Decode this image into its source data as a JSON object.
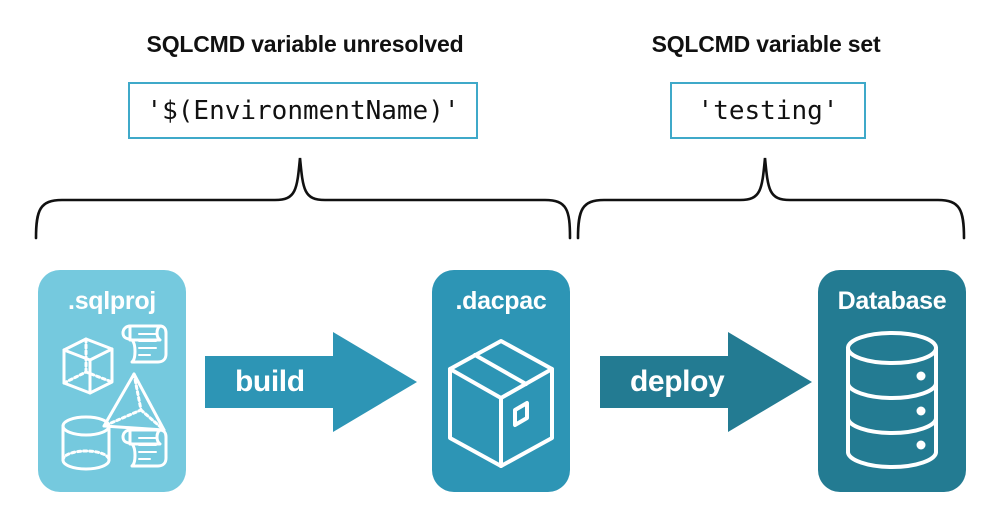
{
  "diagram": {
    "title_left": "SQLCMD variable unresolved",
    "title_right": "SQLCMD variable set",
    "code_left": "'$(EnvironmentName)'",
    "code_right": "'testing'",
    "stages": [
      {
        "label": ".sqlproj",
        "color": "#75C9DE",
        "icon": "shapes-and-scrolls-icon"
      },
      {
        "label": ".dacpac",
        "color": "#2D95B5",
        "icon": "package-box-icon"
      },
      {
        "label": "Database",
        "color": "#237B92",
        "icon": "database-cylinder-icon"
      }
    ],
    "arrows": [
      {
        "label": "build",
        "color": "#2D95B5"
      },
      {
        "label": "deploy",
        "color": "#237B92"
      }
    ],
    "brace_color": "#111111",
    "box_border_color": "#3FA9C9"
  }
}
